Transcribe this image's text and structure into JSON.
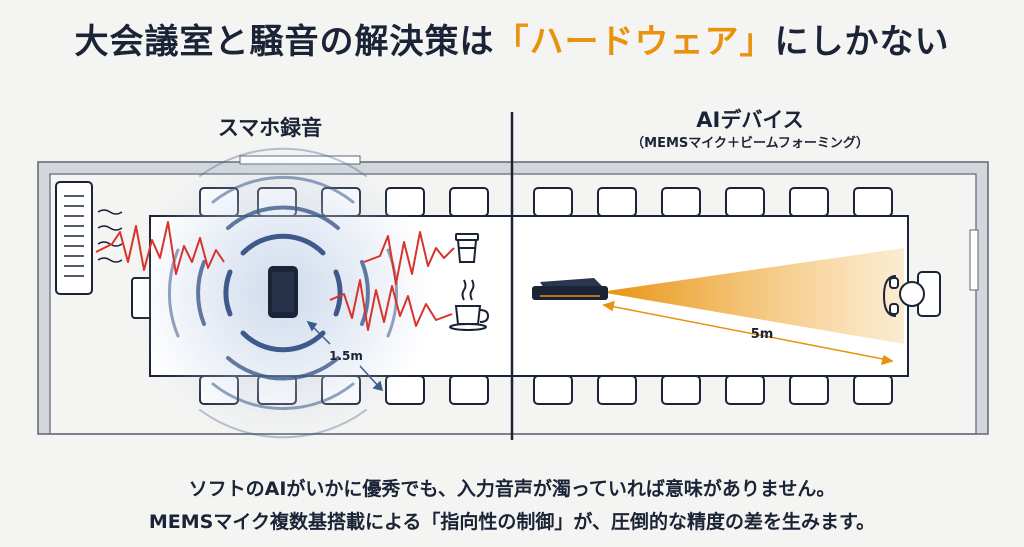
{
  "title": {
    "prefix": "大会議室と騒音の解決策は",
    "highlight": "「ハードウェア」",
    "suffix": "にしかない"
  },
  "left_panel": {
    "heading": "スマホ録音",
    "distance_label": "1.5m"
  },
  "right_panel": {
    "heading": "AIデバイス",
    "note": "（MEMSマイク＋ビームフォーミング）",
    "distance_label": "5m"
  },
  "captions": [
    "ソフトのAIがいかに優秀でも、入力音声が濁っていれば意味がありません。",
    "MEMSマイク複数基搭載による「指向性の制御」が、圧倒的な精度の差を生みます。"
  ],
  "colors": {
    "navy": "#1b2436",
    "accent": "#e8920e",
    "noise": "#d8342c",
    "wave": "#3d5a8a",
    "table": "#ffffff",
    "wall": "#cfd4d9"
  },
  "icons": [
    "air-conditioner-icon",
    "smartphone-icon",
    "coffee-cup-icon",
    "coffee-mug-icon",
    "ai-device-icon",
    "person-icon"
  ]
}
